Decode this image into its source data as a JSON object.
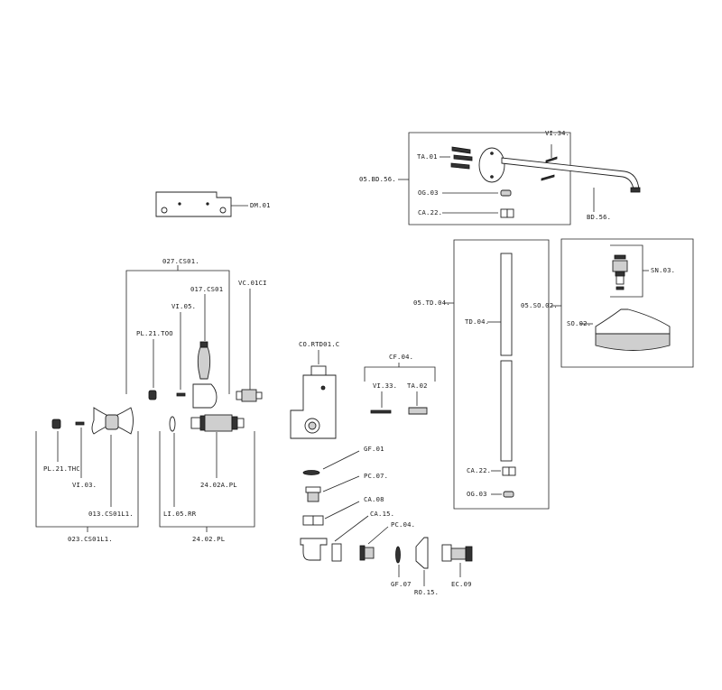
{
  "labels": {
    "vi34": "VI.34.",
    "ta01": "TA.01",
    "bd56_group": "05.BD.56.",
    "og03_top": "OG.03",
    "ca22_top": "CA.22.",
    "bd56": "BD.56.",
    "dm01": "DM.01",
    "cs027": "027.CS01.",
    "vc01ci": "VC.01CI",
    "cs017": "017.CS01",
    "vi05": "VI.05.",
    "pl21too": "PL.21.TOO",
    "pl21thc": "PL.21.THC",
    "vi03": "VI.03.",
    "cs013": "013.CS01L1.",
    "li05rr": "LI.05.RR",
    "a2402": "24.02A.PL",
    "cs023": "023.CS01L1.",
    "pl2402": "24.02.PL",
    "rtd01": "CO.RTD01.C",
    "cf04": "CF.04.",
    "vi33": "VI.33.",
    "ta02": "TA.02",
    "gf01": "GF.01",
    "pc07": "PC.07.",
    "ca08": "CA.08",
    "ca15": "CA.15.",
    "pc04": "PC.04.",
    "gf07": "GF.07",
    "ro15": "RO.15.",
    "ec09": "EC.09",
    "td04_group": "05.TD.04.",
    "td04": "TD.04.",
    "ca22_low": "CA.22.",
    "og03_low": "OG.03",
    "so02_group": "05.SO.02.",
    "sn03": "SN.03.",
    "so02": "SO.02."
  }
}
